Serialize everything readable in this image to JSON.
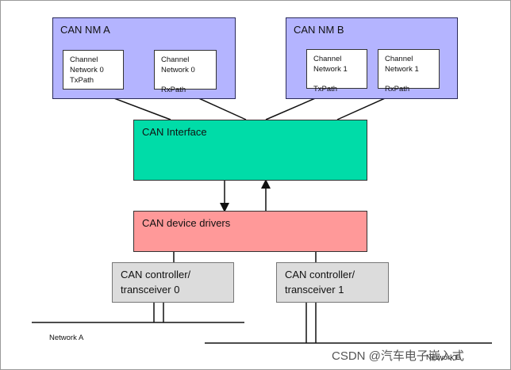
{
  "nm_a": {
    "title": "CAN NM A",
    "ch0": {
      "l1": "Channel",
      "l2": "Network 0",
      "l3": "TxPath"
    },
    "ch1": {
      "l1": "Channel",
      "l2": "Network 0",
      "l3": "RxPath"
    }
  },
  "nm_b": {
    "title": "CAN NM B",
    "ch0": {
      "l1": "Channel",
      "l2": "Network 1",
      "l3": "TxPath"
    },
    "ch1": {
      "l1": "Channel",
      "l2": "Network 1",
      "l3": "RxPath"
    }
  },
  "can_interface": {
    "label": "CAN Interface",
    "color": "#00dca8"
  },
  "drivers": {
    "label": "CAN device drivers",
    "color": "#ff9999"
  },
  "controller0": {
    "l1": "CAN controller/",
    "l2": "transceiver 0"
  },
  "controller1": {
    "l1": "CAN controller/",
    "l2": "transceiver 1"
  },
  "networks": {
    "a": "Network A",
    "b": "Network B"
  },
  "watermark": "CSDN @汽车电子嵌入式"
}
